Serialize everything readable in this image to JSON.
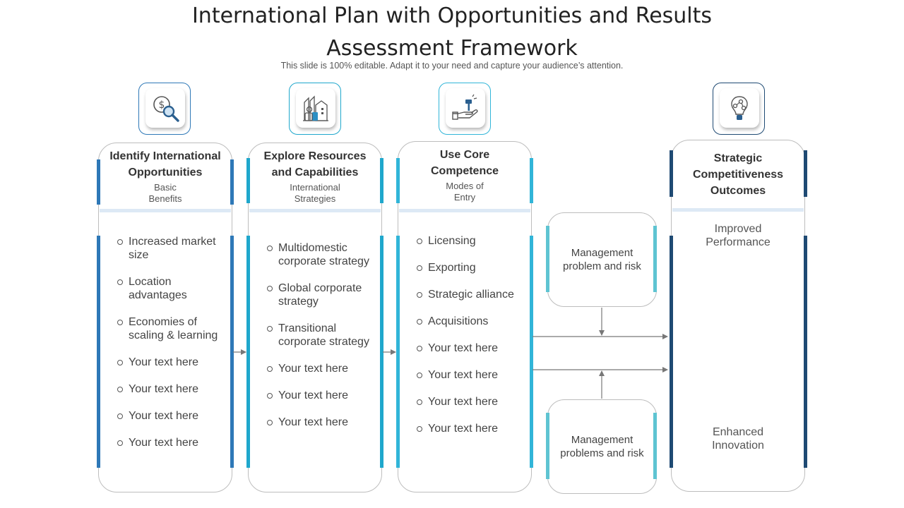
{
  "title": "International Plan with Opportunities and Results Assessment Framework",
  "subtitle": "This slide is 100% editable. Adapt it to your need and capture your audience’s attention.",
  "colors": {
    "col1": "#2e78b7",
    "col2": "#1fa7cc",
    "col3": "#31b5d8",
    "col4": "#1f4a73",
    "mgmt": "#5ec4d2"
  },
  "columns": [
    {
      "title": "Identify International Opportunities",
      "subtitle": "Basic Benefits",
      "icon": "dollar-magnifier-icon",
      "items": [
        "Increased market size",
        "Location advantages",
        "Economies of scaling & learning",
        "Your text here",
        "Your text here",
        "Your text here",
        "Your text here"
      ]
    },
    {
      "title": "Explore Resources and Capabilities",
      "subtitle": "International Strategies",
      "icon": "factory-worker-icon",
      "items": [
        "Multidomestic corporate strategy",
        "Global corporate strategy",
        "Transitional corporate strategy",
        "Your text here",
        "Your text here",
        "Your text here"
      ]
    },
    {
      "title": "Use Core Competence",
      "subtitle": "Modes of Entry",
      "icon": "hand-hammer-icon",
      "items": [
        "Licensing",
        "Exporting",
        "Strategic alliance",
        "Acquisitions",
        "Your text here",
        "Your text here",
        "Your text here",
        "Your text here"
      ]
    }
  ],
  "outcomes": {
    "title": "Strategic Competitiveness Outcomes",
    "icon": "bulb-network-icon",
    "items": [
      "Improved Performance",
      "Enhanced Innovation"
    ]
  },
  "management": [
    "Management problem and risk",
    "Management problems and risk"
  ]
}
